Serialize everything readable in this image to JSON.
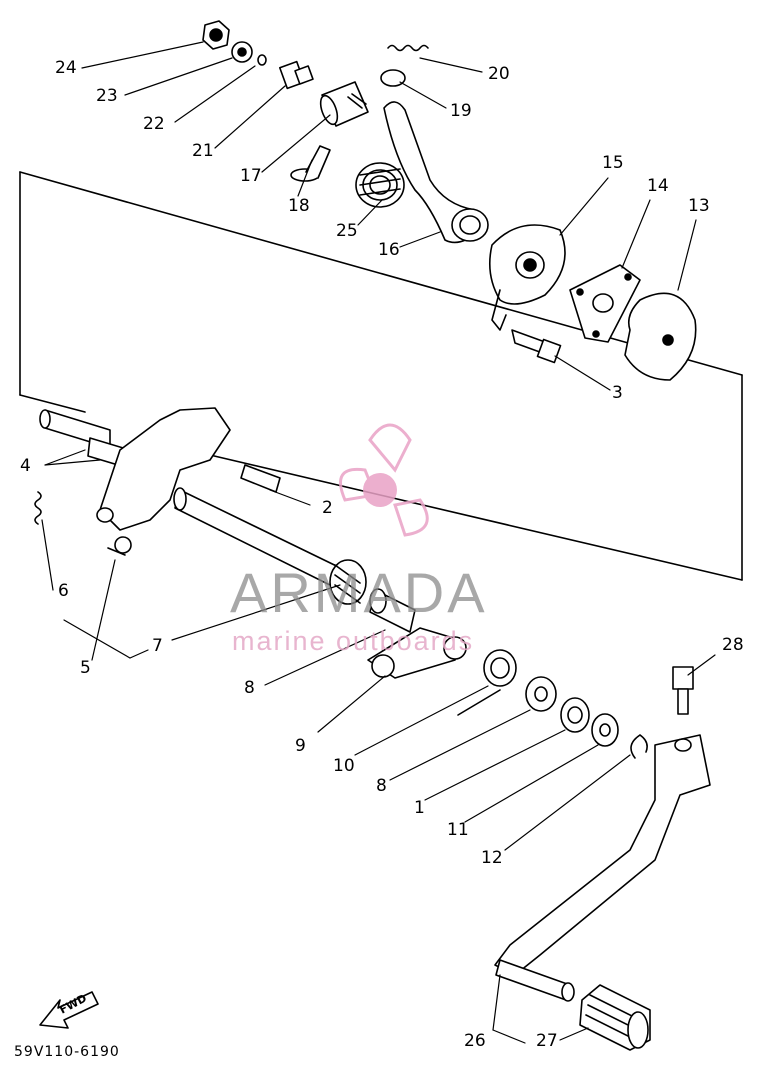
{
  "diagram": {
    "code": "59V110-6190",
    "fwd_label": "FWD",
    "callouts": {
      "c1": "1",
      "c2": "2",
      "c3": "3",
      "c4": "4",
      "c5": "5",
      "c6": "6",
      "c7": "7",
      "c8a": "8",
      "c8b": "8",
      "c9": "9",
      "c10": "10",
      "c11": "11",
      "c12": "12",
      "c13": "13",
      "c14": "14",
      "c15": "15",
      "c16": "16",
      "c17": "17",
      "c18": "18",
      "c19": "19",
      "c20": "20",
      "c21": "21",
      "c22": "22",
      "c23": "23",
      "c24": "24",
      "c25": "25",
      "c26": "26",
      "c27": "27",
      "c28": "28"
    }
  },
  "watermark": {
    "title": "ARMADA",
    "subtitle": "marine outboards",
    "logo_color": "#e9a2c6",
    "text_color": "#8c8c8c"
  },
  "colors": {
    "line": "#000000",
    "background": "#ffffff"
  }
}
